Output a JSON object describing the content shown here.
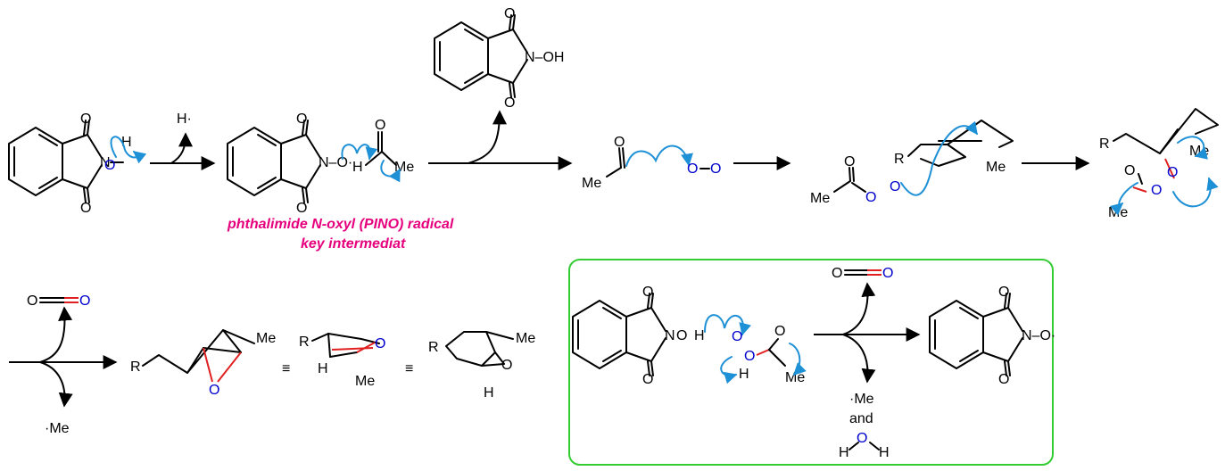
{
  "labels": {
    "pino_line1": "phthalimide N-oxyl (PINO) radical",
    "pino_line2": "key intermediat"
  },
  "atoms": {
    "O": "O",
    "N": "N",
    "H": "H",
    "R": "R",
    "N_OH": "N–OH",
    "Me": "Me",
    "H_rad": "H·",
    "Me_rad": "·Me",
    "and": "and",
    "N_O_rad": "N–O·",
    "O_dot": "O·",
    "dot_O": "·O"
  },
  "colors": {
    "label": "#e6007e",
    "arrow": "#1e90d6",
    "oxygen": "#0000cc",
    "new_bond": "#e02020",
    "box": "#33cc33"
  }
}
